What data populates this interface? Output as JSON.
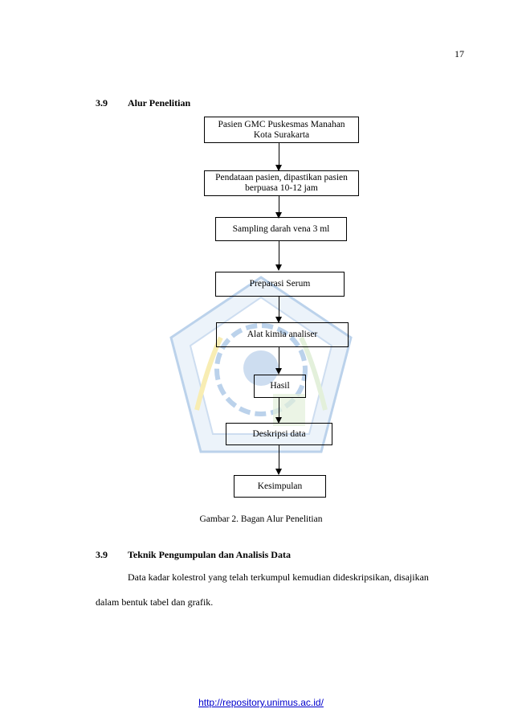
{
  "page_number": "17",
  "section1": {
    "number": "3.9",
    "title": "Alur Penelitian"
  },
  "flow": [
    {
      "text": "Pasien GMC Puskesmas Manahan Kota Surakarta"
    },
    {
      "text": "Pendataan pasien, dipastikan pasien berpuasa 10-12 jam"
    },
    {
      "text": "Sampling darah vena 3 ml"
    },
    {
      "text": "Preparasi Serum"
    },
    {
      "text": "Alat kimia analiser"
    },
    {
      "text": "Hasil"
    },
    {
      "text": "Deskripsi data"
    },
    {
      "text": "Kesimpulan"
    }
  ],
  "caption": "Gambar 2. Bagan Alur Penelitian",
  "section2": {
    "number": "3.9",
    "title": "Teknik Pengumpulan dan Analisis Data"
  },
  "paragraph": {
    "line1": "Data kadar kolestrol yang telah terkumpul kemudian dideskripsikan, disajikan",
    "line2": "dalam bentuk tabel dan grafik."
  },
  "footer": {
    "url": "http://repository.unimus.ac.id/"
  },
  "colors": {
    "link": "#0000cc",
    "watermark_blue": "#7aa6d8",
    "watermark_yellow": "#f2dc6a"
  }
}
